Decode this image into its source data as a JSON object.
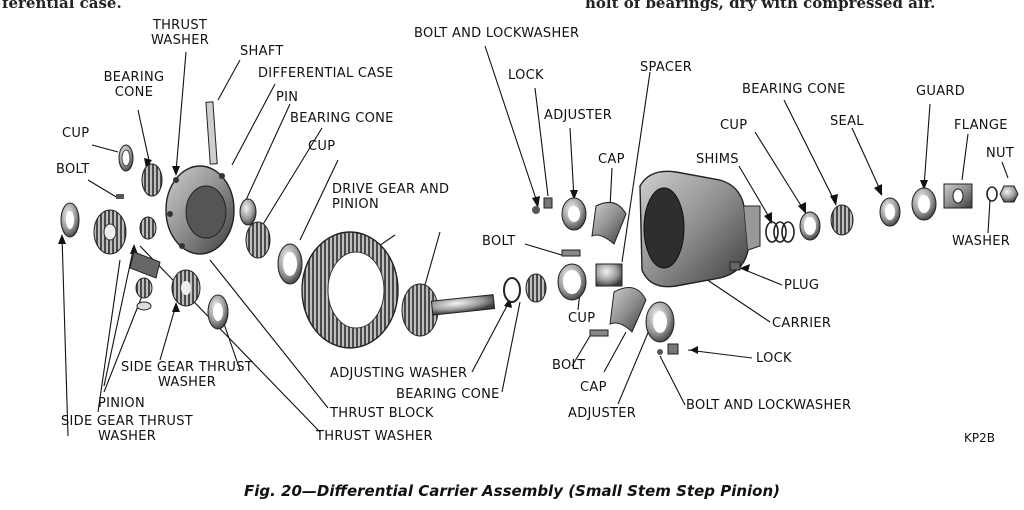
{
  "top_text": {
    "left": "ferential case.",
    "right": "holt of bearings, dry with compressed air."
  },
  "labels": {
    "thrust_washer_top": "THRUST WASHER",
    "shaft": "SHAFT",
    "differential_case": "DIFFERENTIAL CASE",
    "pin": "PIN",
    "bearing_cone_left": "BEARING CONE",
    "bearing_cone_mid": "BEARING CONE",
    "cup_left": "CUP",
    "cup_mid": "CUP",
    "bolt_left": "BOLT",
    "drive_gear": "DRIVE GEAR AND PINION",
    "bolt_lockwasher_top": "BOLT AND LOCKWASHER",
    "lock_top": "LOCK",
    "adjuster_top": "ADJUSTER",
    "cap_top": "CAP",
    "spacer": "SPACER",
    "bolt_mid": "BOLT",
    "shims": "SHIMS",
    "cup_right": "CUP",
    "bearing_cone_right": "BEARING CONE",
    "seal": "SEAL",
    "guard": "GUARD",
    "flange": "FLANGE",
    "nut": "NUT",
    "washer": "WASHER",
    "plug": "PLUG",
    "carrier": "CARRIER",
    "lock_bottom": "LOCK",
    "bolt_lockwasher_bottom": "BOLT AND LOCKWASHER",
    "adjuster_bottom": "ADJUSTER",
    "cap_bottom": "CAP",
    "bolt_bottom": "BOLT",
    "cup_bottom": "CUP",
    "adjusting_washer": "ADJUSTING WASHER",
    "bearing_cone_bottom": "BEARING CONE",
    "side_gear_thrust_washer_mid": "SIDE GEAR THRUST WASHER",
    "pinion": "PINION",
    "side_gear_thrust_washer_bottom": "SIDE GEAR THRUST WASHER",
    "thrust_block": "THRUST BLOCK",
    "thrust_washer_bottom": "THRUST WASHER"
  },
  "figure_code": "KP2B",
  "caption": "Fig. 20—Differential Carrier Assembly (Small Stem Step Pinion)"
}
